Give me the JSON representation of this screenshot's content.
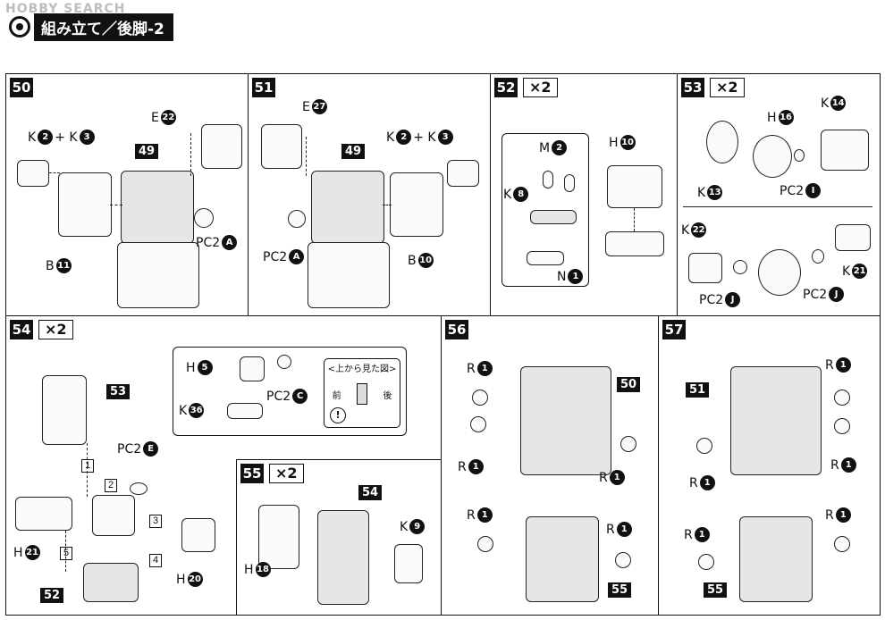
{
  "watermark": "HOBBY SEARCH",
  "title": "組み立て／後脚-2",
  "steps": {
    "s50": {
      "no": "50",
      "ref": "49",
      "labels": {
        "k2": "K",
        "k2n": "2",
        "plus": "+ K",
        "k3n": "3",
        "e": "E",
        "en": "22",
        "b": "B",
        "bn": "11",
        "pc": "PC2",
        "pcn": "A"
      }
    },
    "s51": {
      "no": "51",
      "ref": "49",
      "labels": {
        "e": "E",
        "en": "27",
        "k2": "K",
        "k2n": "2",
        "plus": "+ K",
        "k3n": "3",
        "pc": "PC2",
        "pcn": "A",
        "b": "B",
        "bn": "10"
      }
    },
    "s52": {
      "no": "52",
      "mult": "×2",
      "labels": {
        "m": "M",
        "mn": "2",
        "h": "H",
        "hn": "10",
        "k": "K",
        "kn": "8",
        "n": "N",
        "nn": "1"
      }
    },
    "s53": {
      "no": "53",
      "mult": "×2",
      "labels": {
        "h": "H",
        "hn": "16",
        "k1": "K",
        "k1n": "14",
        "k2": "K",
        "k2n": "13",
        "pcI": "PC2",
        "pcIn": "I",
        "k3": "K",
        "k3n": "22",
        "pcJ1": "PC2",
        "pcJ1n": "J",
        "pcJ2": "PC2",
        "pcJ2n": "J",
        "k4": "K",
        "k4n": "21"
      }
    },
    "s54": {
      "no": "54",
      "mult": "×2",
      "ref": "53",
      "ref2": "52",
      "labels": {
        "pcE": "PC2",
        "pcEn": "E",
        "h1": "H",
        "h1n": "21",
        "h2": "H",
        "h2n": "20",
        "seq": [
          "1",
          "2",
          "3",
          "4",
          "5"
        ]
      },
      "detail": {
        "h": "H",
        "hn": "5",
        "k": "K",
        "kn": "36",
        "pc": "PC2",
        "pcn": "C",
        "view_title": "<上から見た図>",
        "front": "前",
        "back": "後"
      }
    },
    "s55": {
      "no": "55",
      "mult": "×2",
      "ref": "54",
      "labels": {
        "k": "K",
        "kn": "9",
        "h": "H",
        "hn": "18"
      }
    },
    "s56": {
      "no": "56",
      "ref1": "50",
      "ref2": "55",
      "r": "R",
      "rn": "1"
    },
    "s57": {
      "no": "57",
      "ref1": "51",
      "ref2": "55",
      "r": "R",
      "rn": "1"
    }
  }
}
